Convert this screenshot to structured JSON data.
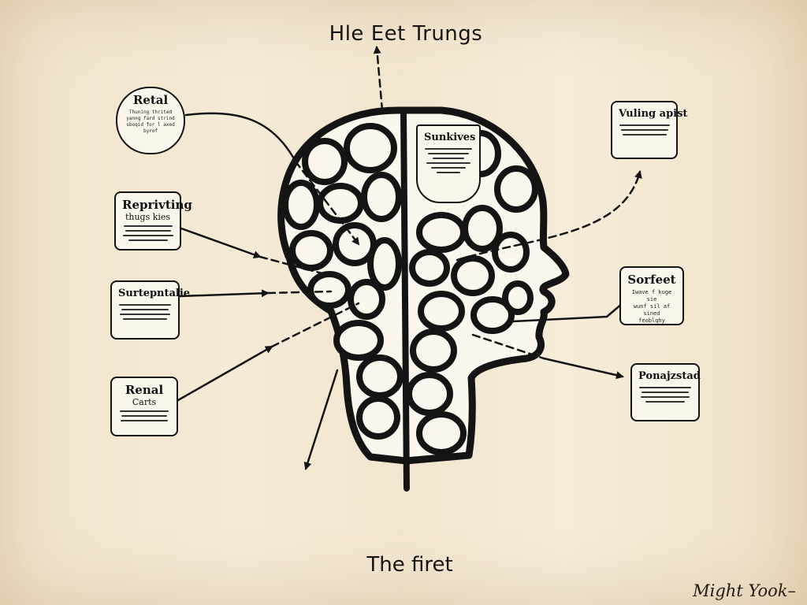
{
  "title_top": "Hle Eet Trungs",
  "title_bottom": "The firet",
  "signature": "Might Yook–",
  "notes": {
    "retal": {
      "title": "Retal",
      "body": "Thuning thrited\nyanng fard strind\nsboqid for l axed\nbyrof"
    },
    "reprivting": {
      "title": "Reprivting",
      "subtitle": "thugs kies"
    },
    "surtepntalie": {
      "title": "Surtepntalie"
    },
    "renal_carts": {
      "title": "Renal",
      "subtitle": "Carts"
    },
    "sunkives": {
      "title": "Sunkives"
    },
    "vuling_apist": {
      "title": "Vuling apist"
    },
    "sorfeet": {
      "title": "Sorfeet",
      "body": "Iwave f kuge sie\nwunf sil af sined\nfeoblqhy"
    },
    "ponajzstad": {
      "title": "Ponajzstad"
    }
  },
  "colors": {
    "ink": "#141414",
    "paper": "#f4e8d2",
    "note_fill": "#fbf6ec"
  },
  "icons": [
    "brain-outline-icon",
    "head-profile-icon",
    "arrow-icon"
  ]
}
